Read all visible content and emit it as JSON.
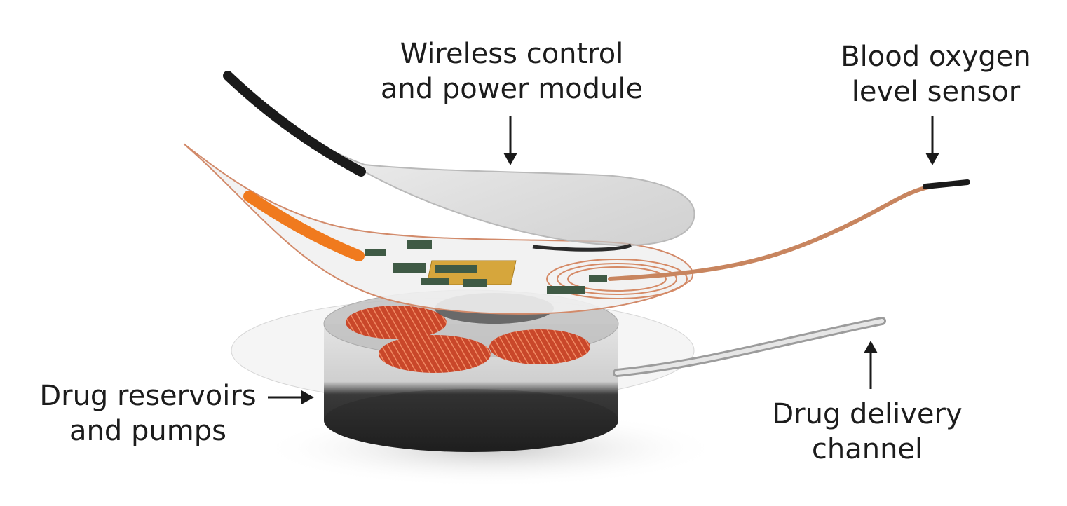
{
  "labels": {
    "wireless_module": {
      "line1": "Wireless control",
      "line2": "and power module"
    },
    "oxygen_sensor": {
      "line1": "Blood oxygen",
      "line2": "level sensor"
    },
    "drug_reservoirs": {
      "line1": "Drug reservoirs",
      "line2": "and pumps"
    },
    "delivery_channel": {
      "line1": "Drug delivery",
      "line2": "channel"
    }
  },
  "colors": {
    "text": "#1c1c1c",
    "copper": "#d8643a",
    "orange": "#f07a1e",
    "chip_gold": "#d6a63c",
    "component_green": "#3f5a45",
    "housing_dark": "#2b2b2b"
  }
}
